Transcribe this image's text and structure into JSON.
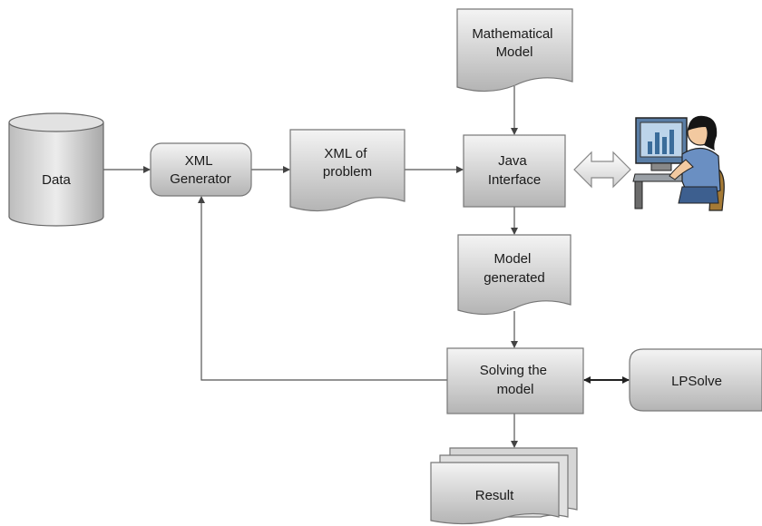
{
  "nodes": {
    "data": {
      "label": "Data",
      "shape": "cylinder"
    },
    "xml_generator": {
      "lines": [
        "XML",
        "Generator"
      ],
      "shape": "rounded-rect"
    },
    "xml_problem": {
      "lines": [
        "XML of",
        "problem"
      ],
      "shape": "document"
    },
    "math_model": {
      "lines": [
        "Mathematical",
        "Model"
      ],
      "shape": "document"
    },
    "java_interface": {
      "lines": [
        "Java",
        "Interface"
      ],
      "shape": "rect"
    },
    "model_generated": {
      "lines": [
        "Model",
        "generated"
      ],
      "shape": "document"
    },
    "solving_model": {
      "lines": [
        "Solving the",
        "model"
      ],
      "shape": "rect"
    },
    "lpsolve": {
      "label": "LPSolve",
      "shape": "rounded-rect"
    },
    "result": {
      "label": "Result",
      "shape": "multi-document"
    },
    "user": {
      "icon": "user-at-computer-icon"
    }
  },
  "connectors": [
    {
      "from": "Data",
      "to": "XML Generator"
    },
    {
      "from": "XML Generator",
      "to": "XML of problem"
    },
    {
      "from": "XML of problem",
      "to": "Java Interface"
    },
    {
      "from": "Mathematical Model",
      "to": "Java Interface"
    },
    {
      "from": "Java Interface",
      "to": "user",
      "style": "double-block-arrow"
    },
    {
      "from": "Java Interface",
      "to": "Model generated"
    },
    {
      "from": "Model generated",
      "to": "Solving the model"
    },
    {
      "from": "Solving the model",
      "to": "LPSolve",
      "style": "bidirectional"
    },
    {
      "from": "Solving the model",
      "to": "Result"
    },
    {
      "from": "Solving the model",
      "to": "XML Generator",
      "style": "feedback"
    }
  ],
  "colors": {
    "fill_light": "#f4f4f4",
    "fill_dark": "#b0b0b0",
    "stroke": "#555555",
    "text": "#1a1a1a"
  }
}
